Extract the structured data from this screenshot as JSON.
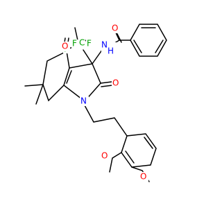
{
  "structure": {
    "atoms": {
      "O_benzamide": {
        "text": "O",
        "color": "#ff0000"
      },
      "N_amide": {
        "text": "N",
        "color": "#0000ff"
      },
      "H_amide": {
        "text": "H",
        "color": "#0000ff"
      },
      "F_left": {
        "text": "F",
        "color": "#00a000"
      },
      "F_mid": {
        "text": "F",
        "color": "#00a000"
      },
      "F_right": {
        "text": "F",
        "color": "#00a000"
      },
      "C_cf3": {
        "text": "C",
        "color": "#00a000"
      },
      "O_ketone": {
        "text": "O",
        "color": "#ff0000"
      },
      "O_lactam": {
        "text": "O",
        "color": "#ff0000"
      },
      "N_ring": {
        "text": "N",
        "color": "#0000ff"
      },
      "O_methoxy_upper": {
        "text": "O",
        "color": "#ff0000"
      },
      "O_methoxy_lower": {
        "text": "O",
        "color": "#ff0000"
      }
    }
  }
}
